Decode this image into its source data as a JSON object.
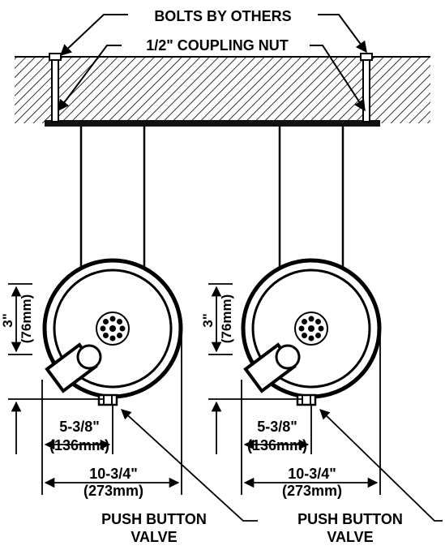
{
  "callouts": {
    "bolts": "BOLTS BY OTHERS",
    "coupling": "1/2\" COUPLING NUT"
  },
  "units": [
    {
      "depth": "3\"",
      "depth_mm": "(76mm)",
      "offset": "5-3/8\"",
      "offset_mm": "(136mm)",
      "width": "10-3/4\"",
      "width_mm": "(273mm)",
      "valve_line1": "PUSH BUTTON",
      "valve_line2": "VALVE"
    },
    {
      "depth": "3\"",
      "depth_mm": "(76mm)",
      "offset": "5-3/8\"",
      "offset_mm": "(136mm)",
      "width": "10-3/4\"",
      "width_mm": "(273mm)",
      "valve_line1": "PUSH BUTTON",
      "valve_line2": "VALVE"
    }
  ]
}
